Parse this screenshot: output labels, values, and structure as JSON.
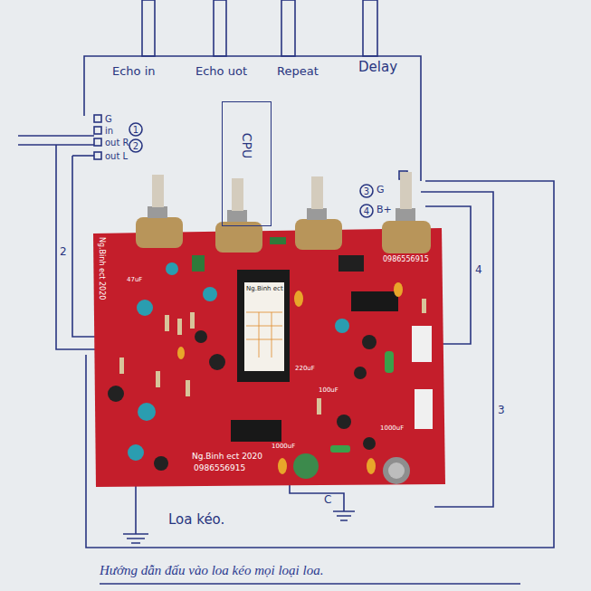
{
  "diagram": {
    "nodes": [
      {
        "text": [
          "CPU"
        ]
      }
    ],
    "labels": [
      "Echo in",
      "Echo uot",
      "Repeat",
      "Delay",
      "G",
      "in",
      "out R",
      "out L",
      "1",
      "2",
      "3",
      "G",
      "4",
      "B+",
      "2",
      "4",
      "3",
      "Loa kéo.",
      "C",
      "Hướng dẫn đấu vào loa kéo mọi loại loa.",
      "Ng.Binh ect 2020",
      "0986556915",
      "0986556915",
      "Ng.Binh ect 2020",
      "Ng.Binh ect",
      "47uF",
      "220uF",
      "100uF",
      "1000uF",
      "1000uF"
    ]
  }
}
